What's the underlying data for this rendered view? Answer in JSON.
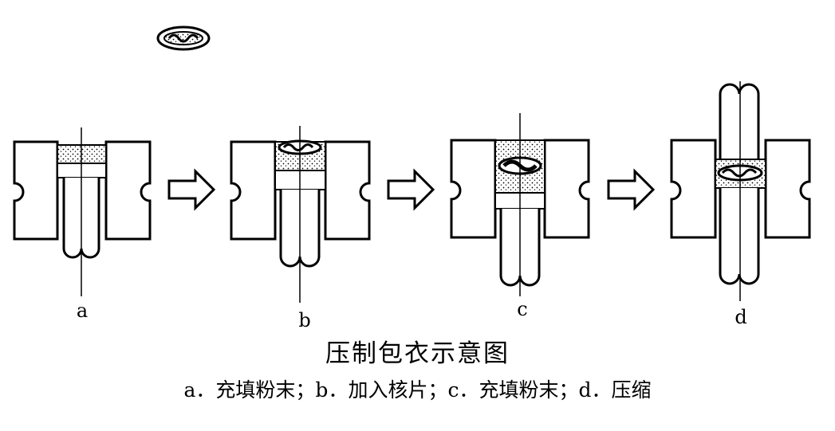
{
  "figure": {
    "title": "压制包衣示意图",
    "caption": "a．充填粉末；b．加入核片；c．充填粉末；d．压缩",
    "stages": [
      {
        "label": "a"
      },
      {
        "label": "b"
      },
      {
        "label": "c"
      },
      {
        "label": "d"
      }
    ],
    "colors": {
      "line": "#000000",
      "background": "#ffffff",
      "powder": "#e8e8e8"
    }
  }
}
